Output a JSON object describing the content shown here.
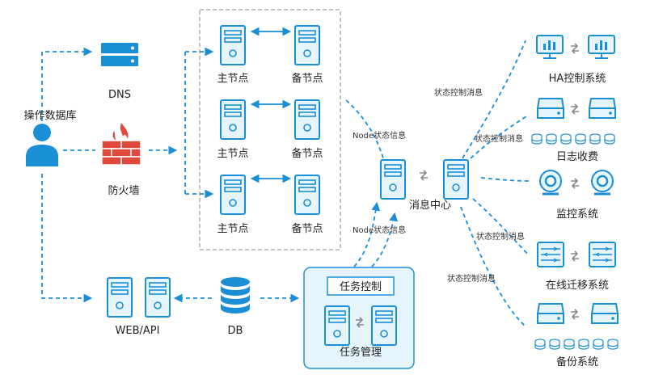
{
  "nodes": {
    "dns": "DNS",
    "operator": "操作数据库",
    "firewall": "防火墙",
    "primary_label": "主节点",
    "backup_label": "备节点",
    "web_api": "WEB/API",
    "db": "DB",
    "task_control": "任务控制",
    "task_management": "任务管理",
    "message_center": "消息中心",
    "ha_control": "HA控制系统",
    "log_collection": "日志收费",
    "monitoring": "监控系统",
    "migration": "在线迁移系统",
    "backup_system": "备份系统"
  },
  "edges": {
    "node_status_top": "Node状态信息",
    "node_status_bottom": "Node状态信息",
    "status_control_1": "状态控制消息",
    "status_control_2": "状态控制消息",
    "status_control_3": "状态控制消息",
    "status_control_4": "状态控制消息"
  },
  "colors": {
    "primary": "#1a8fd6",
    "fill": "#e6f4fc",
    "firewall": "#e0483c",
    "dashed_box": "#b0b0b0"
  }
}
